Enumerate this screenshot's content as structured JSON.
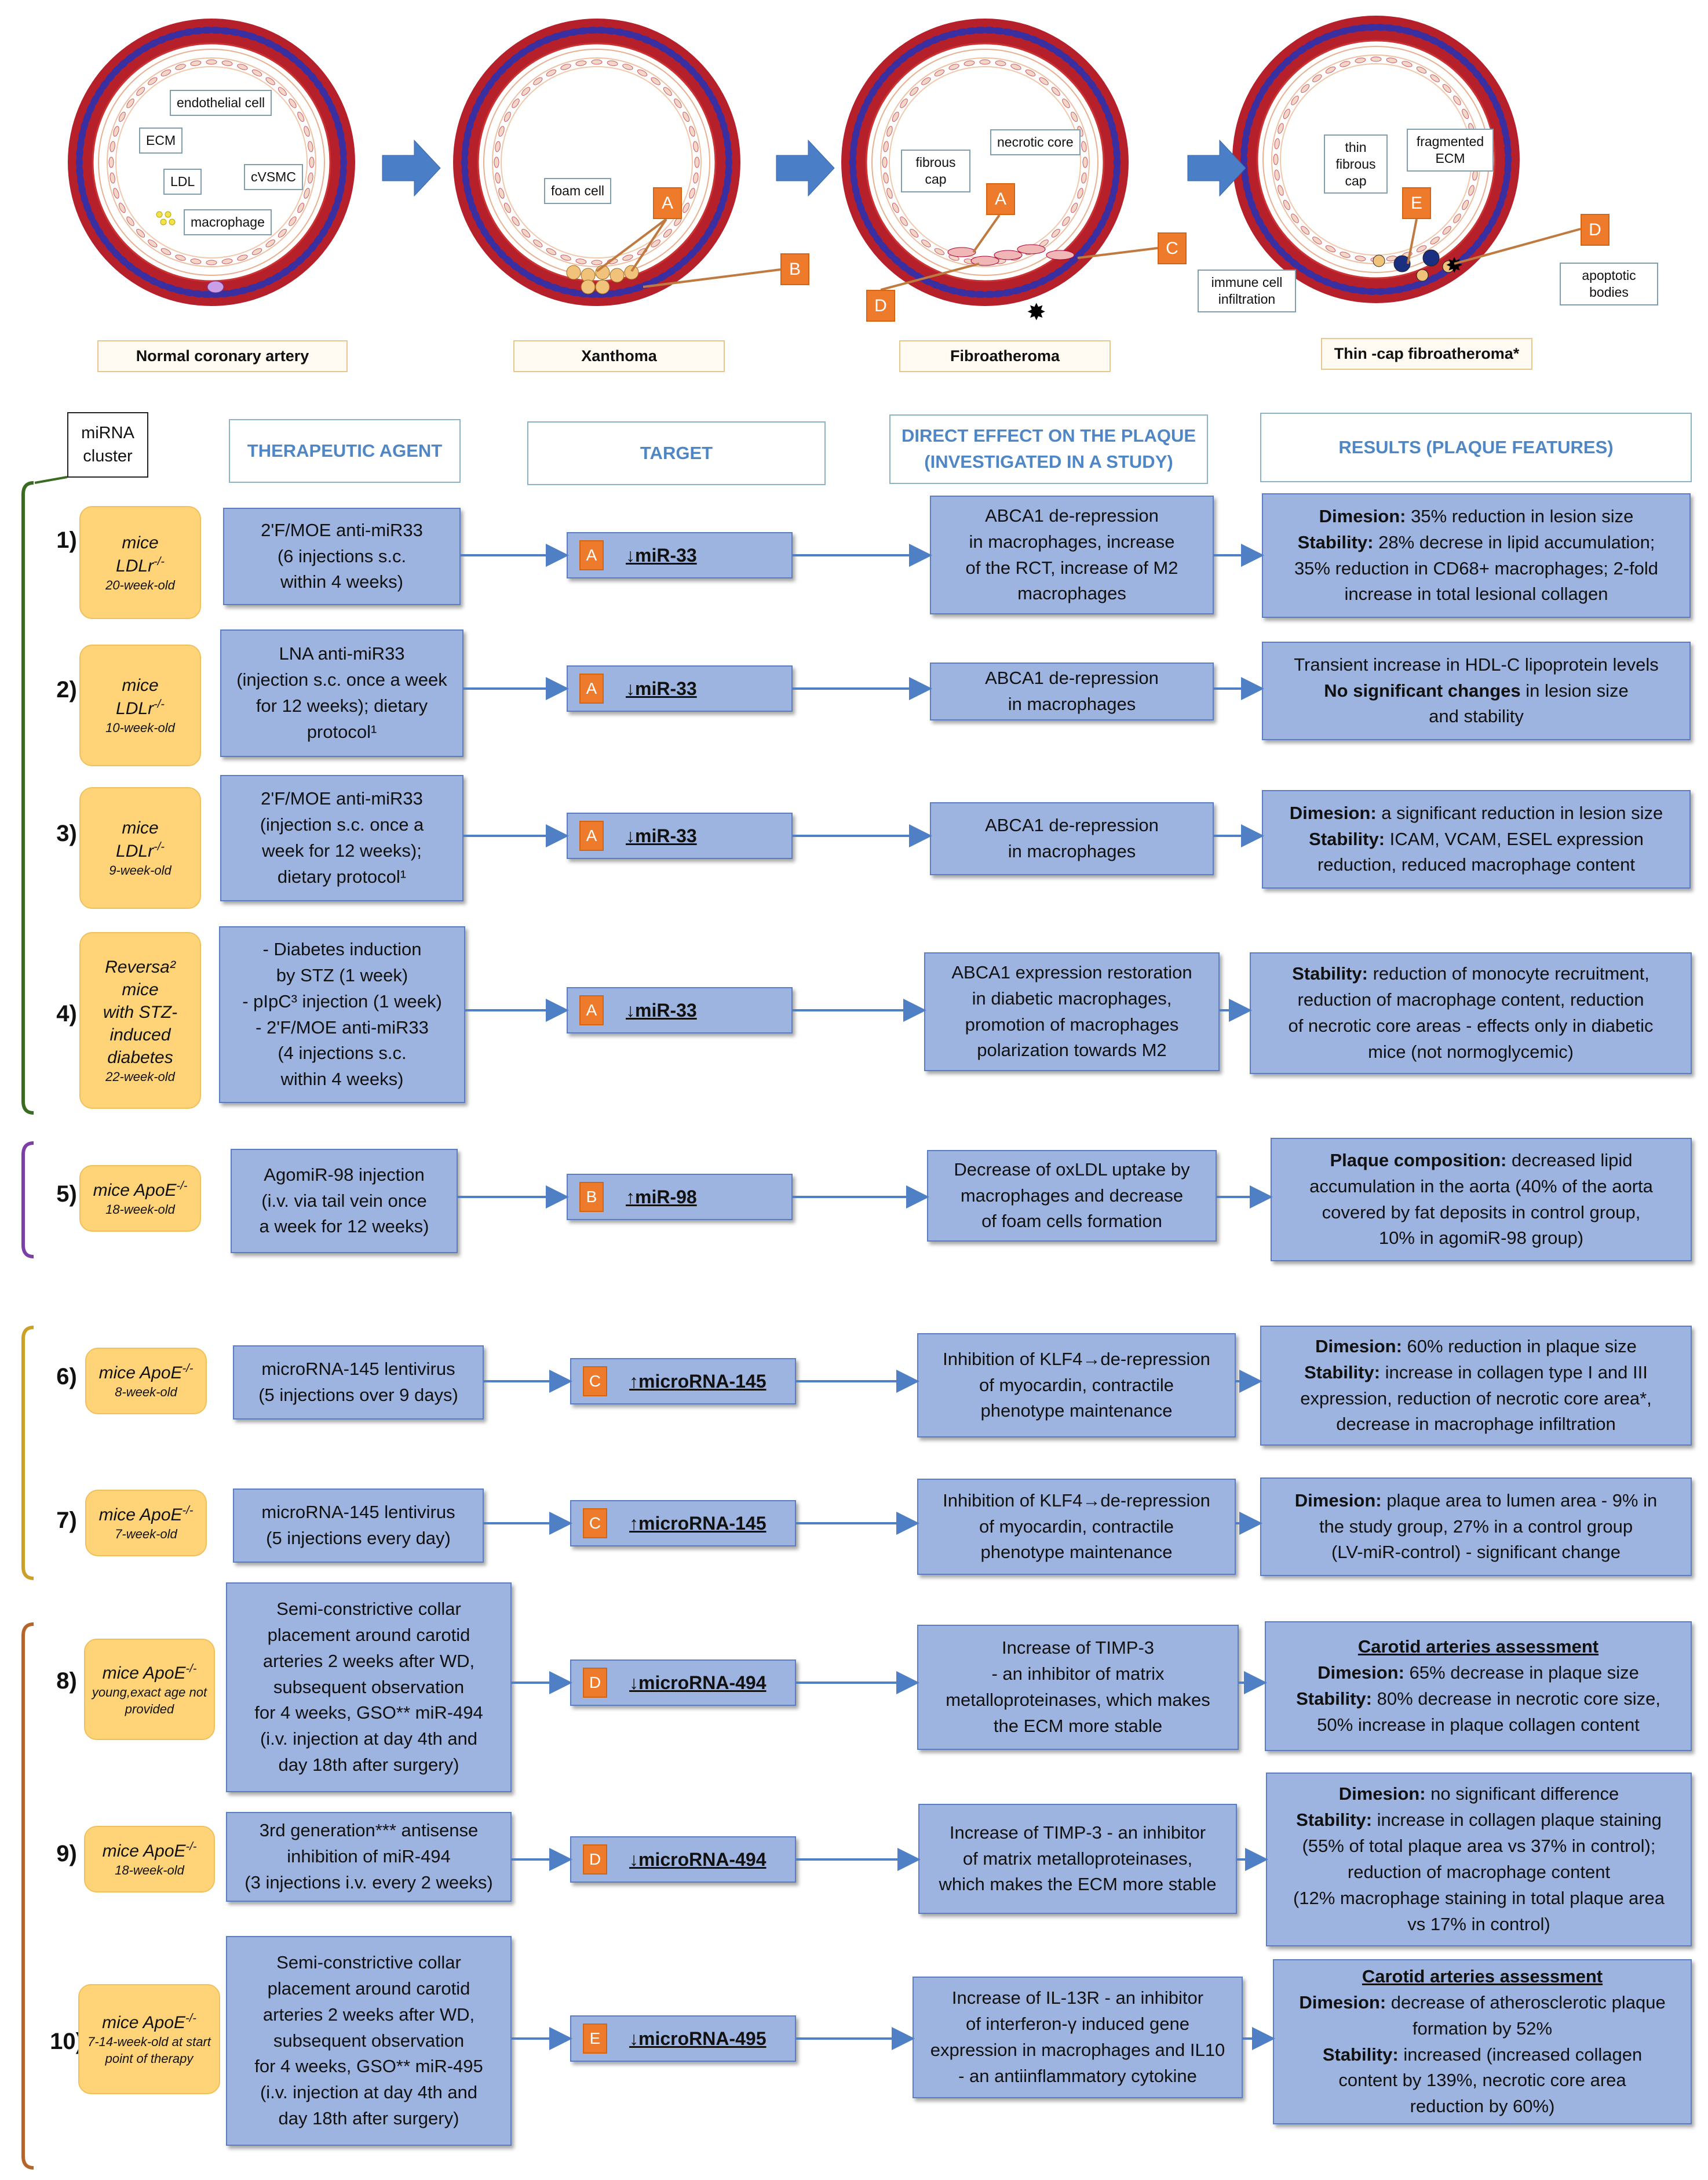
{
  "stages": [
    {
      "title": "Normal coronary artery"
    },
    {
      "title": "Xanthoma"
    },
    {
      "title": "Fibroatheroma"
    },
    {
      "title": "Thin -cap fibroatheroma*"
    }
  ],
  "artery_labels": {
    "endothelial": "endothelial cell",
    "ecm": "ECM",
    "ldl": "LDL",
    "cvsmc": "cVSMC",
    "macrophage": "macrophage",
    "foam_cell": "foam cell",
    "fibrous_cap": "fibrous cap",
    "necrotic_core": "necrotic core",
    "thin_fibrous_cap": "thin fibrous cap",
    "fragmented_ecm": "fragmented ECM",
    "immune_infiltration": "immune cell infiltration",
    "apoptotic_bodies": "apoptotic bodies"
  },
  "tags": {
    "a": "A",
    "b": "B",
    "c": "C",
    "d": "D",
    "e": "E"
  },
  "headers": {
    "cluster": "miRNA cluster",
    "agent": "THERAPEUTIC AGENT",
    "target": "TARGET",
    "effect_line1": "DIRECT EFFECT  ON THE PLAQUE",
    "effect_line2": "(INVESTIGATED IN A STUDY)",
    "results": "RESULTS (PLAQUE FEATURES)"
  },
  "rows": [
    {
      "num": "1)",
      "mouse": [
        "mice",
        "LDLr",
        "-/-"
      ],
      "age": "20-week-old",
      "agent": [
        "2'F/MOE anti-miR33",
        "(6 injections s.c.",
        "within 4 weeks)"
      ],
      "tag": "A",
      "target": "↓miR-33",
      "effect": [
        "ABCA1 de-repression",
        "in macrophages, increase",
        "of the RCT, increase of M2",
        "macrophages"
      ],
      "results": [
        [
          "Dimesion:",
          " 35% reduction in lesion size"
        ],
        [
          "Stability:",
          " 28% decrese in lipid accumulation;"
        ],
        [
          "",
          "35% reduction in CD68+ macrophages; 2-fold"
        ],
        [
          "",
          "increase in total lesional collagen"
        ]
      ]
    },
    {
      "num": "2)",
      "mouse": [
        "mice",
        "LDLr",
        "-/-"
      ],
      "age": "10-week-old",
      "agent": [
        "LNA anti-miR33",
        "(injection s.c. once a week",
        "for 12 weeks); dietary",
        "protocol¹"
      ],
      "tag": "A",
      "target": "↓miR-33",
      "effect": [
        "ABCA1 de-repression",
        "in macrophages"
      ],
      "results": [
        [
          "",
          "Transient increase in HDL-C lipoprotein levels"
        ],
        [
          "No significant changes",
          " in lesion size"
        ],
        [
          "",
          "and stability"
        ]
      ]
    },
    {
      "num": "3)",
      "mouse": [
        "mice",
        "LDLr",
        "-/-"
      ],
      "age": "9-week-old",
      "agent": [
        "2'F/MOE anti-miR33",
        "(injection s.c. once a",
        "week for 12 weeks);",
        "dietary protocol¹"
      ],
      "tag": "A",
      "target": "↓miR-33",
      "effect": [
        "ABCA1 de-repression",
        "in macrophages"
      ],
      "results": [
        [
          "Dimesion:",
          " a significant reduction in lesion size"
        ],
        [
          "Stability:",
          " ICAM, VCAM, ESEL expression"
        ],
        [
          "",
          "reduction, reduced macrophage content"
        ]
      ]
    },
    {
      "num": "4)",
      "mouse": [
        "Reversa²",
        "mice",
        "with STZ-",
        "induced",
        "diabetes"
      ],
      "age": "22-week-old",
      "agent": [
        "- Diabetes induction",
        "by STZ (1 week)",
        "- pIpC³ injection (1 week)",
        "- 2'F/MOE anti-miR33",
        "(4 injections s.c.",
        "within 4 weeks)"
      ],
      "tag": "A",
      "target": "↓miR-33",
      "effect": [
        "ABCA1 expression restoration",
        "in diabetic macrophages,",
        "promotion of macrophages",
        "polarization towards M2"
      ],
      "results": [
        [
          "Stability:",
          " reduction of monocyte recruitment,"
        ],
        [
          "",
          "reduction of macrophage content, reduction"
        ],
        [
          "",
          "of necrotic core areas - effects only in diabetic"
        ],
        [
          "",
          "mice (not normoglycemic)"
        ]
      ]
    },
    {
      "num": "5)",
      "mouse": [
        "mice ApoE",
        "-/-"
      ],
      "age": "18-week-old",
      "agent": [
        "AgomiR-98 injection",
        "(i.v. via tail vein once",
        "a week for 12 weeks)"
      ],
      "tag": "B",
      "target": "↑miR-98",
      "effect": [
        "Decrease of oxLDL uptake by",
        "macrophages and decrease",
        "of foam cells formation"
      ],
      "results": [
        [
          "Plaque composition:",
          " decreased lipid"
        ],
        [
          "",
          "accumulation in the aorta (40% of the aorta"
        ],
        [
          "",
          "covered by fat deposits in control group,"
        ],
        [
          "",
          "10% in agomiR-98 group)"
        ]
      ]
    },
    {
      "num": "6)",
      "mouse": [
        "mice ApoE",
        "-/-"
      ],
      "age": "8-week-old",
      "agent": [
        "microRNA-145 lentivirus",
        "(5 injections over 9 days)"
      ],
      "tag": "C",
      "target": "↑microRNA-145",
      "effect": [
        "Inhibition of KLF4→de-repression",
        "of myocardin, contractile",
        "phenotype maintenance"
      ],
      "results": [
        [
          "Dimesion:",
          " 60% reduction in plaque size"
        ],
        [
          "Stability:",
          " increase in collagen type I and III"
        ],
        [
          "",
          "expression, reduction of necrotic core area*,"
        ],
        [
          "",
          "decrease in macrophage infiltration"
        ]
      ]
    },
    {
      "num": "7)",
      "mouse": [
        "mice ApoE",
        "-/-"
      ],
      "age": "7-week-old",
      "agent": [
        "microRNA-145 lentivirus",
        "(5 injections every day)"
      ],
      "tag": "C",
      "target": "↑microRNA-145",
      "effect": [
        "Inhibition of KLF4→de-repression",
        "of myocardin, contractile",
        "phenotype maintenance"
      ],
      "results": [
        [
          "Dimesion:",
          "  plaque area to lumen area - 9% in"
        ],
        [
          "",
          "the study group, 27% in a control group"
        ],
        [
          "",
          "(LV-miR-control) - significant change"
        ]
      ]
    },
    {
      "num": "8)",
      "mouse": [
        "mice ApoE",
        "-/-"
      ],
      "age": "young,exact age not provided",
      "agent": [
        "Semi-constrictive collar",
        "placement around carotid",
        "arteries 2 weeks after WD,",
        "subsequent observation",
        "for 4 weeks, GSO** miR-494",
        "(i.v. injection at day 4th and",
        "day 18th after surgery)"
      ],
      "tag": "D",
      "target": "↓microRNA-494",
      "effect": [
        "Increase of TIMP-3",
        "- an inhibitor of matrix",
        "metalloproteinases, which makes",
        "the ECM more stable"
      ],
      "results_title": "Carotid arteries assessment",
      "results": [
        [
          "Dimesion:",
          " 65% decrease in plaque size"
        ],
        [
          "Stability:",
          " 80% decrease in necrotic core size,"
        ],
        [
          "",
          "50% increase in plaque collagen content"
        ]
      ]
    },
    {
      "num": "9)",
      "mouse": [
        "mice ApoE",
        "-/-"
      ],
      "age": "18-week-old",
      "agent": [
        "3rd generation*** antisense",
        "inhibition of miR-494",
        "(3 injections i.v. every 2 weeks)"
      ],
      "tag": "D",
      "target": "↓microRNA-494",
      "effect": [
        "Increase of TIMP-3 - an inhibitor",
        "of matrix metalloproteinases,",
        "which makes the ECM more stable"
      ],
      "results": [
        [
          "Dimesion:",
          " no significant difference"
        ],
        [
          "Stability:",
          " increase in collagen plaque staining"
        ],
        [
          "",
          "(55% of total plaque area vs 37% in control);"
        ],
        [
          "",
          "reduction of macrophage content"
        ],
        [
          "",
          "(12% macrophage staining in total plaque area"
        ],
        [
          "",
          "vs 17% in control)"
        ]
      ]
    },
    {
      "num": "10)",
      "mouse": [
        "mice ApoE",
        "-/-"
      ],
      "age": "7-14-week-old at start point of therapy",
      "agent": [
        "Semi-constrictive collar",
        "placement around carotid",
        "arteries 2 weeks after WD,",
        "subsequent observation",
        "for 4 weeks, GSO** miR-495",
        "(i.v. injection at day 4th and",
        "day 18th after surgery)"
      ],
      "tag": "E",
      "target": "↓microRNA-495",
      "effect": [
        "Increase of IL-13R - an inhibitor",
        "of interferon-γ induced gene",
        "expression in macrophages and IL10",
        "- an antiinflammatory cytokine"
      ],
      "results_title": "Carotid arteries assessment",
      "results": [
        [
          "Dimesion:",
          " decrease of atherosclerotic plaque"
        ],
        [
          "",
          "formation by 52%"
        ],
        [
          "Stability:",
          " increased (increased collagen"
        ],
        [
          "",
          "content by 139%, necrotic core area"
        ],
        [
          "",
          "reduction by 60%)"
        ]
      ]
    }
  ],
  "colors": {
    "box_fill": "#9db3e0",
    "box_border": "#5b7dc2",
    "mouse_fill": "#ffd478",
    "tag": "#ee7a2c",
    "header_text": "#4f86c6",
    "bracket_green": "#3a6b22",
    "bracket_purple": "#7b3fa6",
    "bracket_gold": "#c9a227",
    "bracket_orange": "#b5652a",
    "artery_red": "#b5202a"
  }
}
